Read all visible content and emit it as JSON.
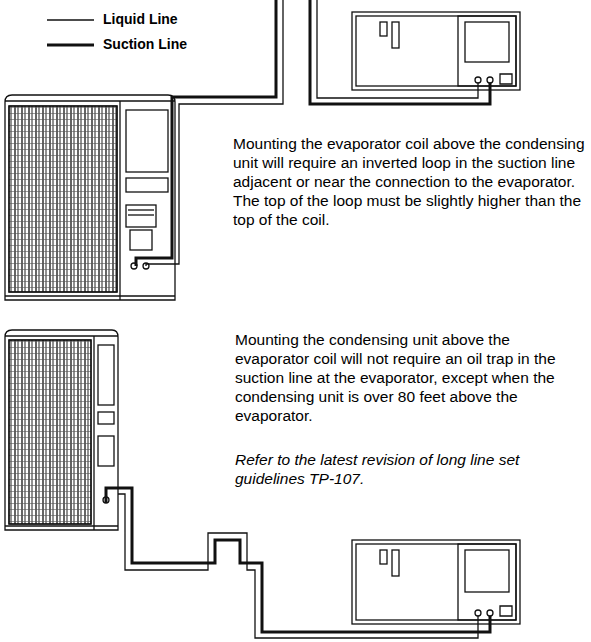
{
  "diagram": {
    "labels": [
      "Mounting the evaporator coil above the condensing unit will require an inverted loop in the suction line adjacent or near the connection to the evaporator. The top of the loop must be slightly higher than the top of the coil.",
      "Mounting the condensing unit above the evaporator coil will not require an oil trap in the suction line at the evaporator, except when the condensing unit is over 80 feet above the evaporator.",
      "Refer to the latest revision of long line set guidelines TP-107."
    ],
    "legend": [
      {
        "text": "Liquid Line"
      },
      {
        "text": "Suction Line"
      }
    ]
  }
}
